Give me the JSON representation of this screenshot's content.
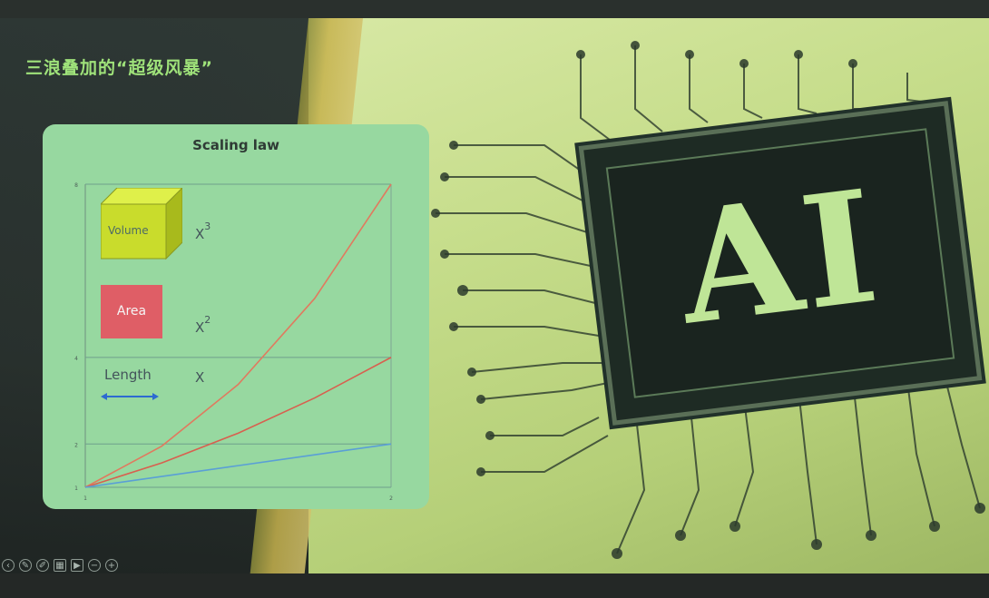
{
  "slide": {
    "title": "三浪叠加的“超级风暴”",
    "chip_text": "AI"
  },
  "chart_data": {
    "type": "line",
    "title": "Scaling law",
    "x": [
      1,
      1.25,
      1.5,
      1.75,
      2
    ],
    "series": [
      {
        "name": "Volume",
        "values": [
          1,
          1.95,
          3.375,
          5.36,
          8
        ],
        "color": "#e07a5f"
      },
      {
        "name": "Area",
        "values": [
          1,
          1.5625,
          2.25,
          3.0625,
          4
        ],
        "color": "#d8604f"
      },
      {
        "name": "Length",
        "values": [
          1,
          1.25,
          1.5,
          1.75,
          2
        ],
        "color": "#5a9fd6"
      }
    ],
    "xlim": [
      1,
      2
    ],
    "ylim": [
      1,
      8
    ],
    "x_ticks": [
      "1",
      "2"
    ],
    "y_ticks": [
      "1",
      "2",
      "4",
      "8"
    ],
    "grid": true,
    "annotations": {
      "volume_label": "Volume",
      "area_label": "Area",
      "length_label": "Length",
      "volume_fx": "X",
      "volume_exp": "3",
      "area_fx": "X",
      "area_exp": "2",
      "length_fx": "X"
    },
    "colors": {
      "volume_box": "#c9dc2c",
      "area_box": "#df5e66",
      "length_arrow": "#2d6ad1",
      "card_bg": "#97d8a0"
    }
  },
  "toolbar": {
    "icons": [
      "prev-icon",
      "pen-icon",
      "highlighter-icon",
      "grid-view-icon",
      "video-icon",
      "zoom-out-icon",
      "zoom-in-icon"
    ]
  }
}
